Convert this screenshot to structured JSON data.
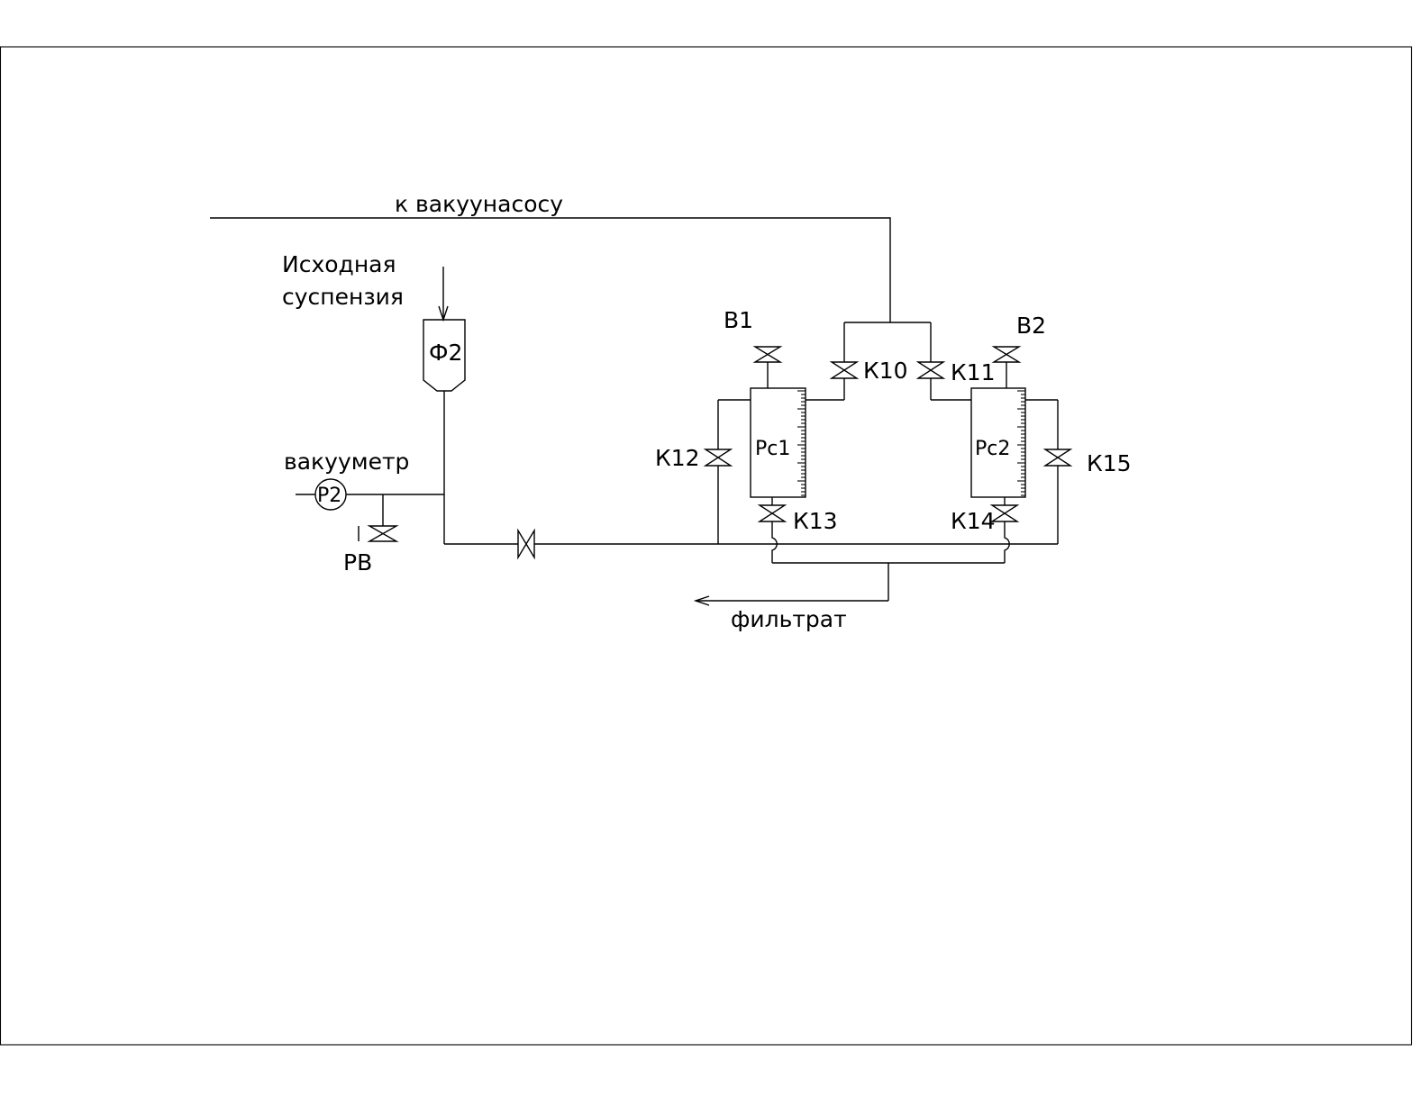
{
  "labels": {
    "vacuum_pump": "к вакуунасосу",
    "feed_line1": "Исходная",
    "feed_line2": "суспензия",
    "filter": "Ф2",
    "vacuum_gauge": "вакууметр",
    "gauge": "Р2",
    "rv": "РВ",
    "b1": "В1",
    "b2": "В2",
    "k10": "К10",
    "k11": "К11",
    "k12": "К12",
    "k13": "К13",
    "k14": "К14",
    "k15": "К15",
    "pc1": "Рс1",
    "pc2": "Рс2",
    "filtrate": "фильтрат"
  }
}
